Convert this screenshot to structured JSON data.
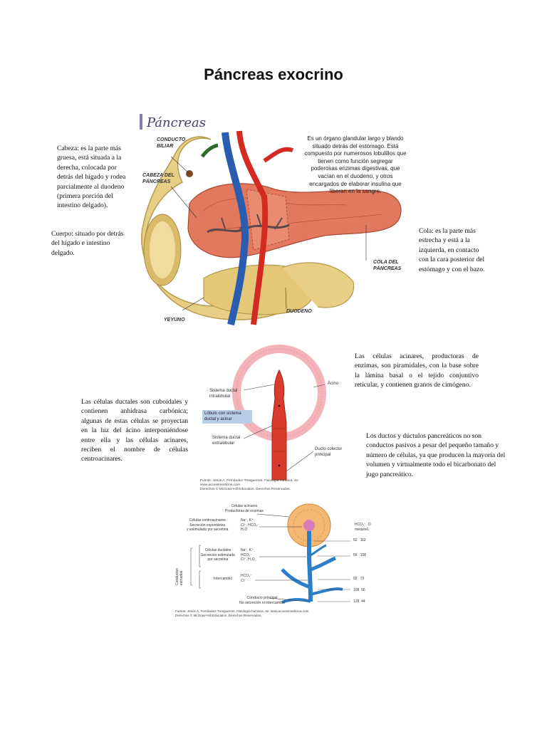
{
  "page": {
    "title": "Páncreas exocrino"
  },
  "figure1": {
    "heading": "Páncreas",
    "labels": {
      "conducto_biliar": [
        "CONDUCTO",
        "BILIAR"
      ],
      "cabeza": [
        "CABEZA DEL",
        "PÁNCREAS"
      ],
      "cola": [
        "COLA DEL",
        "PÁNCREAS"
      ],
      "yeyuno": "YEYUNO",
      "duodeno": "DUODENO"
    },
    "description": [
      "Es un órgano glandular largo y blando",
      "situado detrás del estómago. Está",
      "compuesto por numerosos lobulillos que",
      "tienen como función segregar",
      "poderosas enzimas digestivas, que",
      "vacían en el duodeno, y otros",
      "encargados de elaborar insulina que",
      "liberan en la sangre."
    ]
  },
  "notes": {
    "cabeza": [
      "Cabeza: es la parte más",
      "gruesa, está situada a la",
      "derecha, colocada por",
      "detrás del hígado y rodea",
      "parcialmente al duodeno",
      "(primera porción del",
      "intestino delgado)."
    ],
    "cuerpo": [
      "Cuerpo: situado por detrás",
      "del hígado e intestino",
      "delgado."
    ],
    "cola": [
      "Cola: es la parte más",
      "estrecha y está a la",
      "izquierda, en contacto",
      "con la cara posterior del",
      "estómago y con el bazo."
    ],
    "acinares": "Las células acinares, productoras de enzimas, son piramidales, con la base sobre la lámina basal o el tejido conjuntivo reticular, y contienen granos de cimógeno.",
    "ductales": "Las células ductales son cuboidales y contienen anhidrasa carbónica; algunas de estas células se proyectan en la luz del ácino interponiéndose entre ella y las células acinares, reciben el nombre de células centroacinares.",
    "ductos": "Los ductos y dúctulos pancreáticos no son conductos pasivos a pesar del pequeño tamaño y número de células, ya que producen la mayoría del volumen y virtualmente todo el bicarbonato del jugo pancreático."
  },
  "figure2": {
    "labels": {
      "sistema_intralobular": [
        "Sistema ductal",
        "intralobular"
      ],
      "lobulo": [
        "Lóbulo con sistema",
        "ductal y acinar"
      ],
      "sistema_extralobular": [
        "Sistema ductal",
        "extralobular"
      ],
      "acino": "Ácino",
      "colector": [
        "Ducto colector",
        "principal"
      ]
    },
    "source": [
      "Fuente: Jesús A. Fernández-Tresguerres: Fisiología humana, 4e:",
      "www.accessmedicina.com",
      "Derechos © McGraw-Hill Education. Derechos Reservados."
    ]
  },
  "figure3": {
    "labels": {
      "acinares": [
        "Células acinares",
        "Productoras de enzimas"
      ],
      "centroacinares": [
        "Células centroacinares",
        "Secreción espontánea",
        "y estimulada por secretina"
      ],
      "ions1": [
        "Na⁺, K⁺",
        "Cl⁻, HCO₃⁻",
        "H₂O"
      ],
      "ductales": [
        "Células ductales",
        "Secreción estimulada",
        "por secretina"
      ],
      "ions2": [
        "Na⁺, K⁺",
        "HCO₃⁻",
        "Cl⁻, H₂O"
      ],
      "estriados": [
        "Conductos",
        "estriados"
      ],
      "intercambio": "Intercambio",
      "ions3": [
        "HCO₃⁻",
        "Cl⁻"
      ],
      "principal": [
        "Conducto principal",
        "No secreción ni intercambio"
      ],
      "hco3_header": [
        "HCO₃⁻",
        "mequiv/L"
      ],
      "col_o": "O"
    },
    "table_rows": [
      {
        "a": "52",
        "b": "112"
      },
      {
        "a": "56",
        "b": "108"
      },
      {
        "a": "92",
        "b": "73"
      },
      {
        "a": "108",
        "b": "56"
      },
      {
        "a": "128",
        "b": "44"
      }
    ],
    "source": [
      "Fuente: Jesús A. Fernández-Tresguerres: Fisiología humana, 4e: www.accessmedicina.com",
      "Derechos © McGraw-Hill Education. Derechos Reservados."
    ]
  },
  "colors": {
    "vein": "#2a5db0",
    "artery": "#d42a22",
    "pancreas": "#e2795e",
    "duodenum": "#e8cf86",
    "duct": "#2b7fc9",
    "acinus": "#f3b874"
  }
}
